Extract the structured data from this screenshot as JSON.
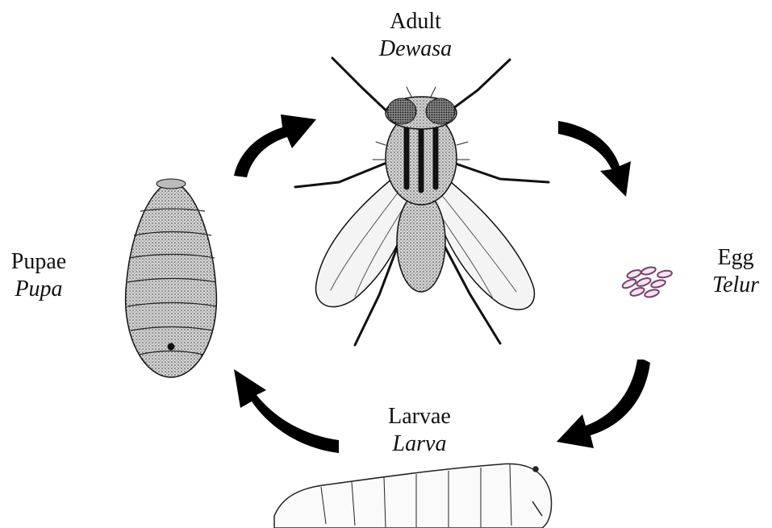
{
  "stages": {
    "adult": {
      "name": "Adult",
      "local": "Dewasa"
    },
    "egg": {
      "name": "Egg",
      "local": "Telur"
    },
    "larvae": {
      "name": "Larvae",
      "local": "Larva"
    },
    "pupae": {
      "name": "Pupae",
      "local": "Pupa"
    }
  },
  "colors": {
    "ink": "#111111",
    "egg": "#7a3e6e",
    "arrow": "#000000"
  },
  "icons": [
    "housefly-adult-illustration",
    "fly-egg-cluster-illustration",
    "maggot-larva-illustration",
    "pupa-puparium-illustration",
    "cycle-arrow-icon"
  ]
}
